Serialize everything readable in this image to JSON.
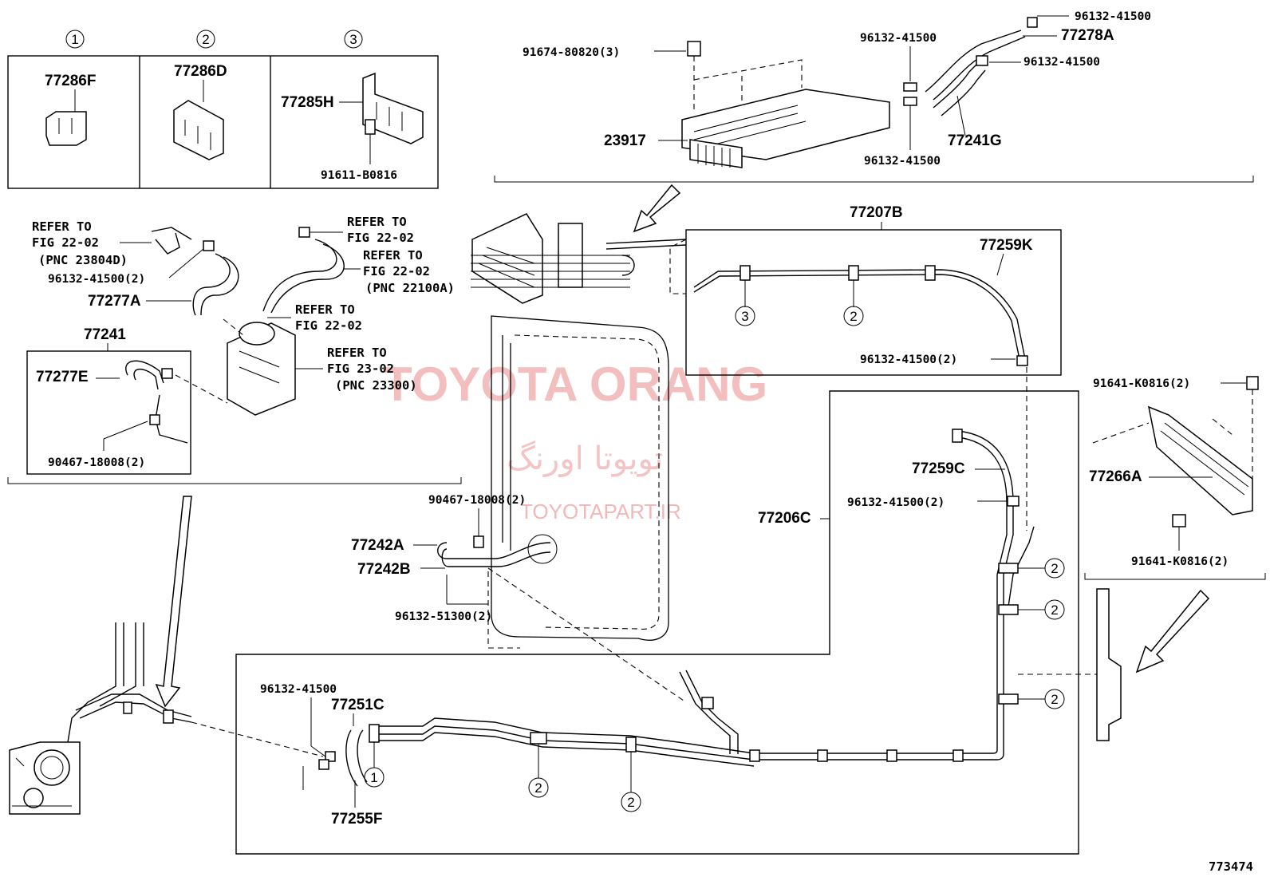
{
  "watermark": {
    "title": "TOYOTA ORANG",
    "persian": "تویوتا اورنگ",
    "site": "TOYOTAPART.IR"
  },
  "clamps_box": {
    "items": [
      {
        "number": "1",
        "part": "77286F"
      },
      {
        "number": "2",
        "part": "77286D"
      },
      {
        "number": "3",
        "part": "77285H",
        "bolt": "91611-B0816"
      }
    ]
  },
  "cooler_group": {
    "bolt": "91674-80820(3)",
    "cooler": "23917",
    "clip_a": "96132-41500",
    "clip_b": "96132-41500",
    "clip_c": "96132-41500",
    "clip_d": "96132-41500",
    "hose_a": "77278A",
    "hose_g": "77241G"
  },
  "filter_group": {
    "refer1_a": "REFER TO",
    "refer1_b": "FIG 22-02",
    "refer1_c": "(PNC 23804D)",
    "refer2_a": "REFER TO",
    "refer2_b": "FIG 22-02",
    "refer3_a": "REFER TO",
    "refer3_b": "FIG 22-02",
    "refer3_c": "(PNC 22100A)",
    "refer4_a": "REFER TO",
    "refer4_b": "FIG 22-02",
    "refer5_a": "REFER TO",
    "refer5_b": "FIG 23-02",
    "refer5_c": "(PNC 23300)",
    "clip": "96132-41500(2)",
    "hose_277a": "77277A",
    "hose_277e": "77277E",
    "group_241": "77241",
    "clamp_90467": "90467-18008(2)"
  },
  "pipe_207b": {
    "group": "77207B",
    "pipe": "77259K",
    "clip": "96132-41500(2)",
    "clamp3": "3",
    "clamp2": "2"
  },
  "protector_group": {
    "bolt_top": "91641-K0816(2)",
    "protector": "77266A",
    "bolt_bottom": "91641-K0816(2)"
  },
  "center_group": {
    "clamp": "90467-18008(2)",
    "hose_a": "77242A",
    "hose_b": "77242B",
    "clip": "96132-51300(2)"
  },
  "pipe_206c": {
    "group": "77206C",
    "pipe": "77259C",
    "clip": "96132-41500(2)",
    "clamp_labels": [
      "2",
      "2",
      "2"
    ]
  },
  "bottom_group": {
    "clip": "96132-41500",
    "hose_251c": "77251C",
    "hose_255f": "77255F",
    "clamp_1": "1",
    "clamp_2a": "2",
    "clamp_2b": "2"
  },
  "diagram_id": "773474"
}
